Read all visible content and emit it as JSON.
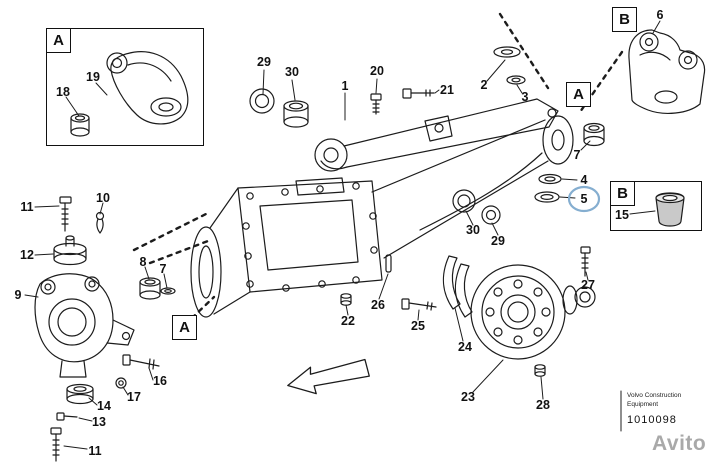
{
  "page": {
    "background": "#ffffff"
  },
  "callouts": [
    {
      "part": "18"
    },
    {
      "part": "19"
    },
    {
      "part": "29"
    },
    {
      "part": "30"
    },
    {
      "part": "1"
    },
    {
      "part": "20"
    },
    {
      "part": "21"
    },
    {
      "part": "2"
    },
    {
      "part": "3"
    },
    {
      "part": "6"
    },
    {
      "part": "7"
    },
    {
      "part": "4"
    },
    {
      "part": "5"
    },
    {
      "part": "15"
    },
    {
      "part": "11"
    },
    {
      "part": "10"
    },
    {
      "part": "12"
    },
    {
      "part": "8"
    },
    {
      "part": "7"
    },
    {
      "part": "9"
    },
    {
      "part": "30"
    },
    {
      "part": "29"
    },
    {
      "part": "26"
    },
    {
      "part": "22"
    },
    {
      "part": "25"
    },
    {
      "part": "24"
    },
    {
      "part": "23"
    },
    {
      "part": "27"
    },
    {
      "part": "28"
    },
    {
      "part": "14"
    },
    {
      "part": "13"
    },
    {
      "part": "16"
    },
    {
      "part": "17"
    },
    {
      "part": "11"
    }
  ],
  "section_labels": {
    "inset_top_left": "A",
    "detail_a_right": "A",
    "detail_a_left": "A",
    "detail_b_top": "B",
    "inset_b_right": "B"
  },
  "title_block": {
    "brand_line1": "Volvo Construction",
    "brand_line2": "Equipment",
    "drawing_number": "1010098"
  },
  "watermark": "Avito",
  "colors": {
    "line": "#1c1c1c",
    "highlight_circle": "#85aed0",
    "watermark": "#a9a9a9"
  }
}
